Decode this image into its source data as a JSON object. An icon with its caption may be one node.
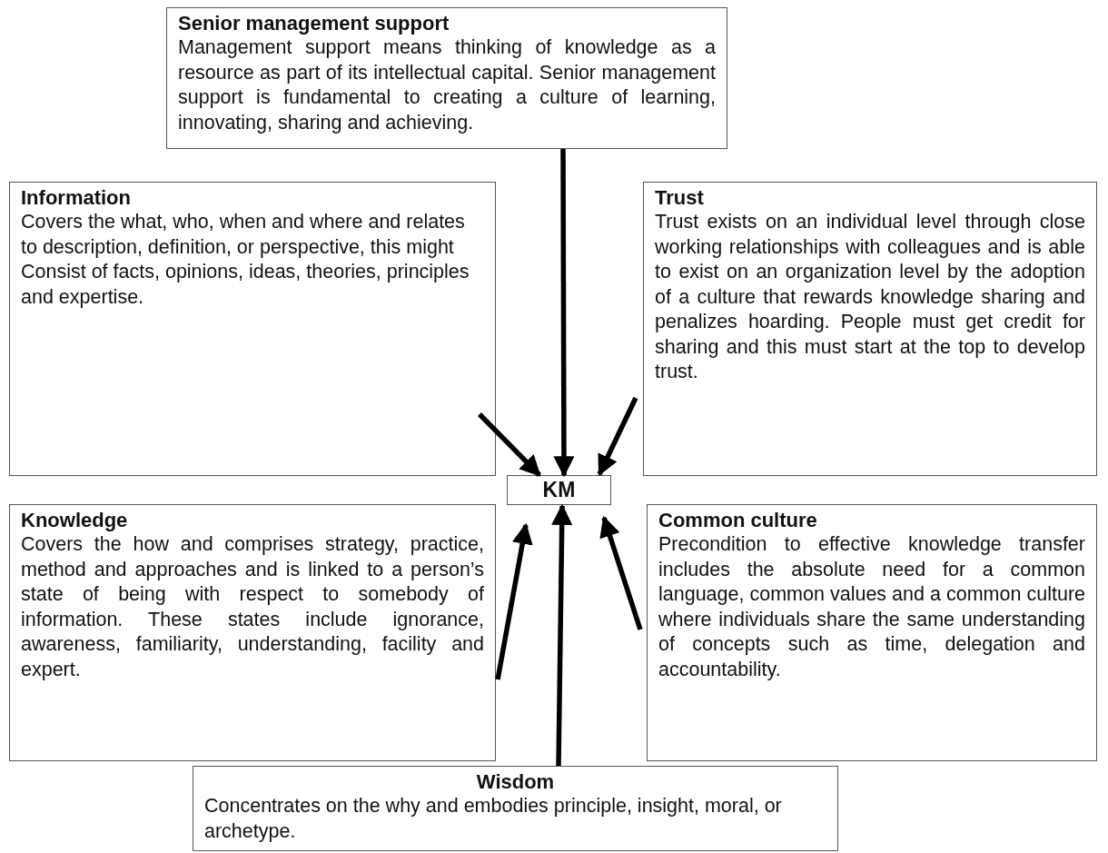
{
  "diagram": {
    "nodes": [
      {
        "text": [
          "Senior management support",
          "Management support means thinking of knowledge as a resource as part of its intellectual capital. Senior management support is fundamental to creating a culture of learning, innovating, sharing and achieving."
        ]
      },
      {
        "text": [
          "Information",
          "Covers the what, who, when and where and relates to description, definition, or perspective, this might",
          "Consist of facts, opinions, ideas, theories, principles and expertise."
        ]
      },
      {
        "text": [
          "Trust",
          "Trust exists on an individual level through close working relationships with colleagues and is able to exist on an organization level by the adoption of a culture that rewards knowledge sharing and penalizes hoarding. People must get credit for sharing and this must start at the top to develop trust."
        ]
      },
      {
        "text": [
          "KM"
        ]
      },
      {
        "text": [
          "Knowledge",
          "Covers the how and comprises strategy, practice, method and approaches and is linked to a person’s state of being with respect to somebody of information. These states include ignorance, awareness, familiarity, understanding, facility and expert."
        ]
      },
      {
        "text": [
          "Common culture",
          "Precondition to effective knowledge transfer includes the absolute need for a common language, common values and a common culture where individuals share the same understanding of concepts such as time, delegation and accountability."
        ]
      },
      {
        "text": [
          "Wisdom",
          "Concentrates on the why and embodies principle, insight, moral, or archetype."
        ]
      }
    ],
    "edges": [
      {
        "from": 0,
        "to": 3,
        "arrow": "to"
      },
      {
        "from": 1,
        "to": 3,
        "arrow": "to"
      },
      {
        "from": 2,
        "to": 3,
        "arrow": "to"
      },
      {
        "from": 4,
        "to": 3,
        "arrow": "to"
      },
      {
        "from": 6,
        "to": 3,
        "arrow": "to"
      },
      {
        "from": 5,
        "to": 3,
        "arrow": "to"
      }
    ]
  }
}
